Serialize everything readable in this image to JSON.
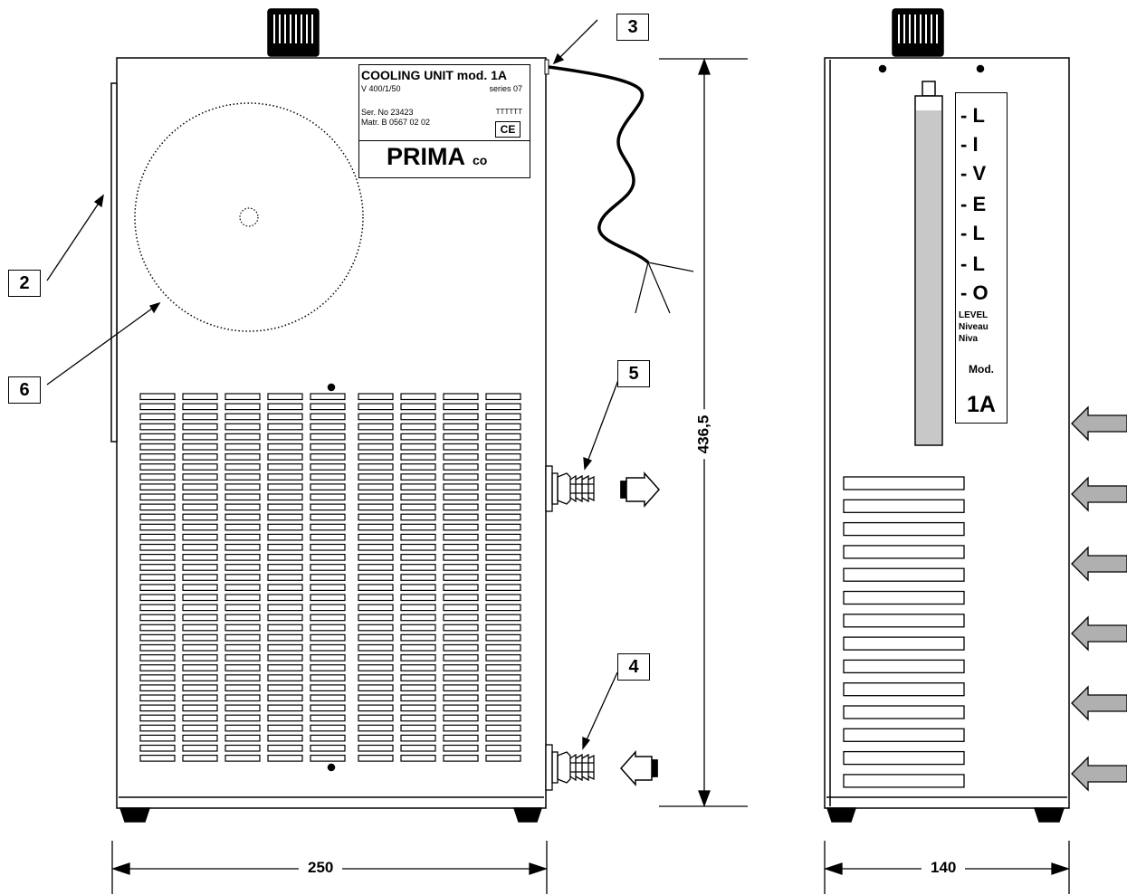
{
  "nameplate": {
    "title": "COOLING UNIT mod. 1A",
    "voltage": "V 400/1/50",
    "series": "series  07",
    "serial": "Ser. No   23423",
    "matr": "Matr.  B 0567 02 02",
    "marking": "TTTTTT",
    "ce": "CE",
    "brand": "PRIMA",
    "brand_suffix": "co"
  },
  "callouts": [
    "2",
    "3",
    "4",
    "5",
    "6"
  ],
  "dimensions": {
    "width_front": "250",
    "width_side": "140",
    "height": "436,5"
  },
  "level_gauge": {
    "letters": [
      "- L",
      "- I",
      "- V",
      "- E",
      "- L",
      "- L",
      "- O"
    ],
    "labels": [
      "LEVEL",
      "Niveau",
      "Niva"
    ],
    "mod_label": "Mod.",
    "mod_value": "1A"
  },
  "colors": {
    "line": "#000000",
    "arrow_fill": "#b0b0b0",
    "tube_fill": "#c8c8c8"
  }
}
